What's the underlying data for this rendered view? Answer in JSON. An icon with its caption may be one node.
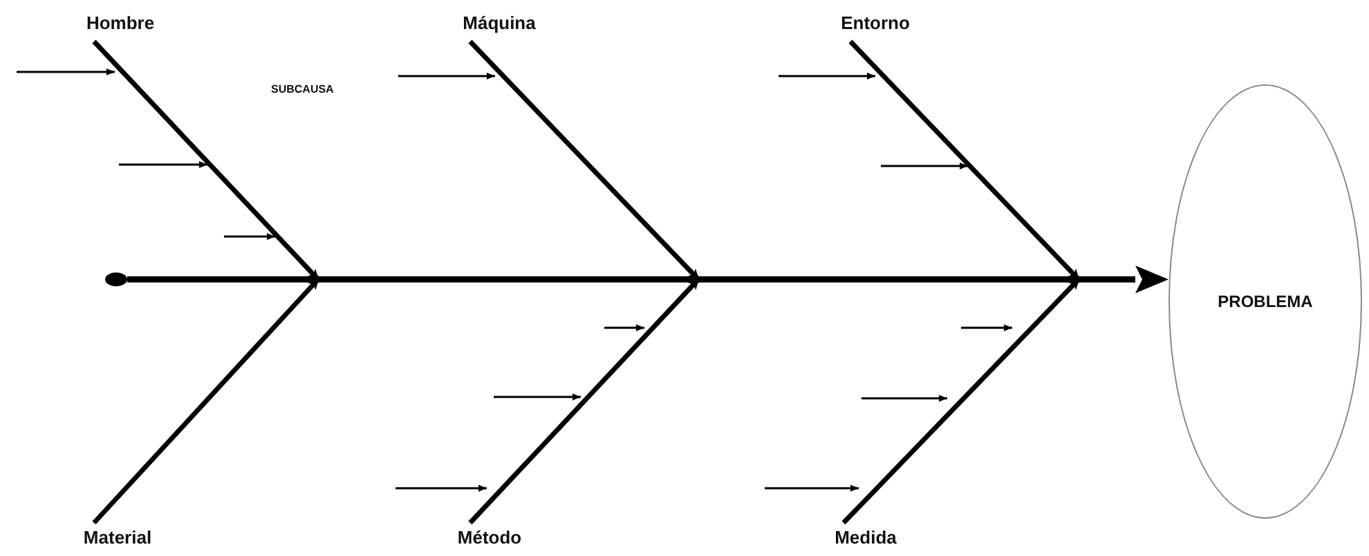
{
  "diagram": {
    "nodes": [
      {
        "text": [
          "Hombre"
        ]
      },
      {
        "text": [
          "Máquina"
        ]
      },
      {
        "text": [
          "Entorno"
        ]
      },
      {
        "text": [
          "Material"
        ]
      },
      {
        "text": [
          "Método"
        ]
      },
      {
        "text": [
          "Medida"
        ]
      },
      {
        "text": [
          "PROBLEMA"
        ]
      },
      {
        "text": [],
        "shape": "circle"
      }
    ],
    "edges": [
      {
        "from": 7,
        "to": 6,
        "arrow": "to"
      },
      {
        "from": 0,
        "to": null,
        "arrow": "to"
      },
      {
        "from": 1,
        "to": null,
        "arrow": "to"
      },
      {
        "from": 2,
        "to": null,
        "arrow": "to"
      },
      {
        "from": 3,
        "to": null,
        "arrow": "to"
      },
      {
        "from": 4,
        "to": null,
        "arrow": "to"
      },
      {
        "from": 5,
        "to": null,
        "arrow": "to"
      },
      {
        "from": null,
        "to": 0,
        "arrow": "to"
      },
      {
        "from": null,
        "to": 1,
        "arrow": "to"
      },
      {
        "from": null,
        "to": 2,
        "arrow": "to"
      },
      {
        "from": null,
        "to": 4,
        "arrow": "to"
      },
      {
        "from": null,
        "to": 5,
        "arrow": "to"
      }
    ],
    "labels": [
      "SUBCAUSA"
    ]
  }
}
